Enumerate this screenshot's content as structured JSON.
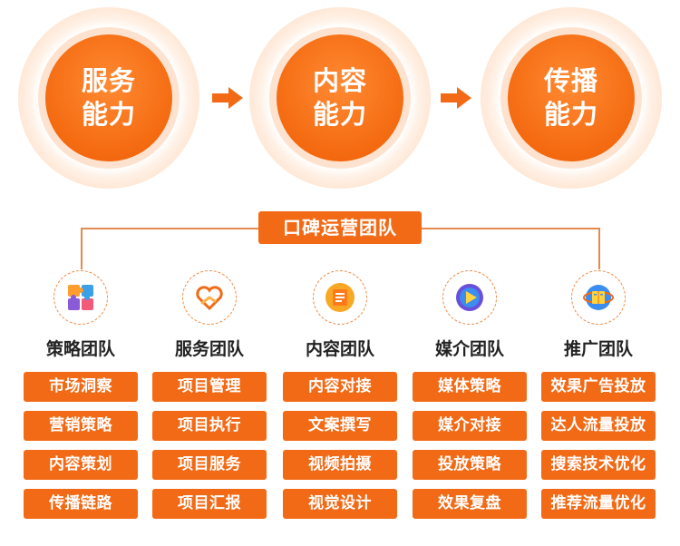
{
  "capabilities": [
    {
      "line1": "服务",
      "line2": "能力"
    },
    {
      "line1": "内容",
      "line2": "能力"
    },
    {
      "line1": "传播",
      "line2": "能力"
    }
  ],
  "team_title": "口碑运营团队",
  "teams": [
    {
      "name": "策略团队",
      "icon": "puzzle-icon",
      "items": [
        "市场洞察",
        "营销策略",
        "内容策划",
        "传播链路"
      ]
    },
    {
      "name": "服务团队",
      "icon": "heart-hand-icon",
      "items": [
        "项目管理",
        "项目执行",
        "项目服务",
        "项目汇报"
      ]
    },
    {
      "name": "内容团队",
      "icon": "document-icon",
      "items": [
        "内容对接",
        "文案撰写",
        "视频拍摄",
        "视觉设计"
      ]
    },
    {
      "name": "媒介团队",
      "icon": "play-icon",
      "items": [
        "媒体策略",
        "媒介对接",
        "投放策略",
        "效果复盘"
      ]
    },
    {
      "name": "推广团队",
      "icon": "book-globe-icon",
      "items": [
        "效果广告投放",
        "达人流量投放",
        "搜索技术优化",
        "推荐流量优化"
      ]
    }
  ],
  "colors": {
    "accent": "#f26a16",
    "circle": "#f46a10",
    "text": "#222222"
  }
}
